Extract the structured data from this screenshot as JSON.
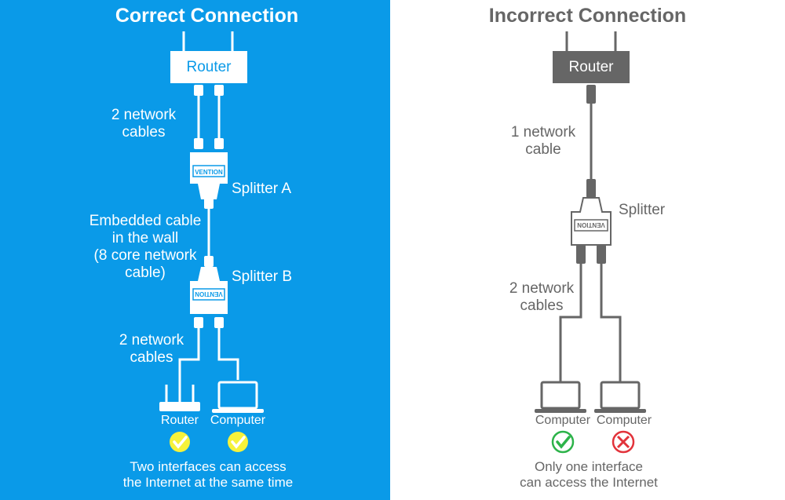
{
  "left": {
    "title": "Correct Connection",
    "router_label": "Router",
    "top_cables_label": [
      "2 network",
      "cables"
    ],
    "splitter_a_label": "Splitter A",
    "splitter_a_brand": "VENTION",
    "embedded_label": [
      "Embedded cable",
      "in the wall",
      "(8 core network",
      "cable)"
    ],
    "splitter_b_label": "Splitter B",
    "splitter_b_brand": "VENTION",
    "bottom_cables_label": [
      "2 network",
      "cables"
    ],
    "device1_label": "Router",
    "device2_label": "Computer",
    "caption": [
      "Two interfaces can access",
      "the Internet at the same time"
    ],
    "colors": {
      "background": "#0a9ae8",
      "foreground": "#ffffff",
      "check": "#f6f23a"
    }
  },
  "right": {
    "title": "Incorrect Connection",
    "router_label": "Router",
    "top_cable_label": [
      "1 network",
      "cable"
    ],
    "splitter_label": "Splitter",
    "splitter_brand": "VENTION",
    "bottom_cables_label": [
      "2 network",
      "cables"
    ],
    "device1_label": "Computer",
    "device2_label": "Computer",
    "caption": [
      "Only one interface",
      "can access the Internet"
    ],
    "colors": {
      "background": "#ffffff",
      "foreground": "#666666",
      "check": "#2db34a",
      "cross": "#e2333b"
    }
  }
}
